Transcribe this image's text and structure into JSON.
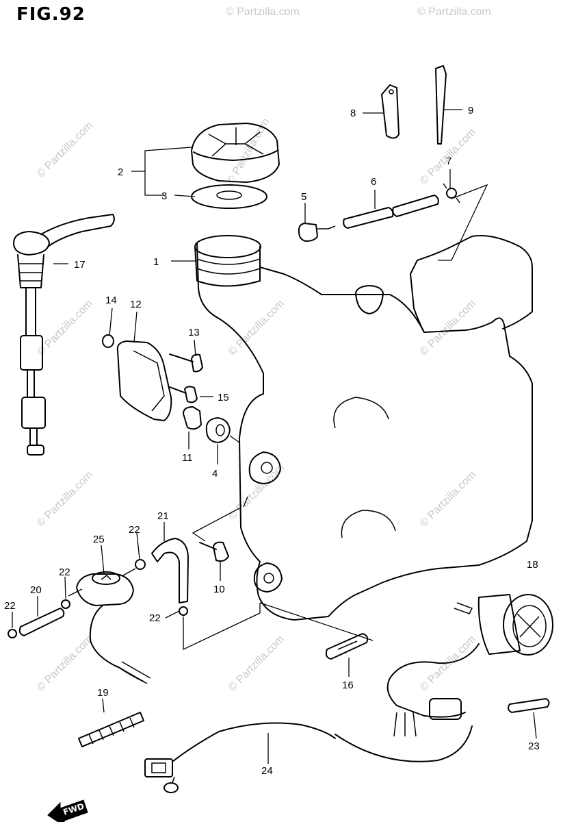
{
  "figure": {
    "title": "FIG.92"
  },
  "watermark": {
    "text": "© Partzilla.com"
  },
  "fwd_label": "FWD",
  "callouts": {
    "c1": "1",
    "c2": "2",
    "c3": "3",
    "c4": "4",
    "c5": "5",
    "c6": "6",
    "c7": "7",
    "c8": "8",
    "c9": "9",
    "c10": "10",
    "c11": "11",
    "c12": "12",
    "c13": "13",
    "c14": "14",
    "c15": "15",
    "c16": "16",
    "c17": "17",
    "c18": "18",
    "c19": "19",
    "c20": "20",
    "c21": "21",
    "c22a": "22",
    "c22b": "22",
    "c22c": "22",
    "c22d": "22",
    "c23": "23",
    "c24": "24",
    "c25": "25"
  }
}
